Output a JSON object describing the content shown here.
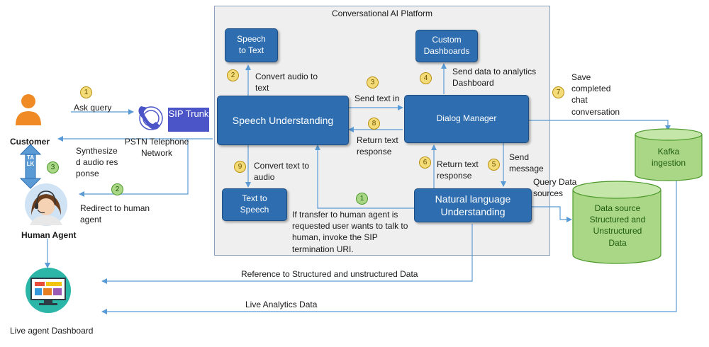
{
  "platform_title": "Conversational AI Platform",
  "boxes": {
    "speech_to_text": "Speech to Text",
    "custom_dashboards": "Custom Dashboards",
    "speech_understanding": "Speech Understanding",
    "dialog_manager": "Dialog Manager",
    "text_to_speech": "Text to Speech",
    "nlu": "Natural language Understanding"
  },
  "sip_trunk": "SIP Trunk",
  "pstn": "PSTN Telephone Network",
  "actors": {
    "customer": "Customer",
    "human_agent": "Human Agent",
    "live_agent_dashboard": "Live agent Dashboard",
    "talk": "TALK"
  },
  "stores": {
    "kafka": "Kafka ingestion",
    "data_source": "Data source Structured and Unstructured Data"
  },
  "labels": {
    "ask_query": "Ask query",
    "synthesized": "Synthesized audio response",
    "redirect": "Redirect to human agent",
    "convert_audio": "Convert audio to text",
    "send_text_in": "Send text in",
    "send_data": "Send data to analytics Dashboard",
    "save_chat": "Save completed chat conversation",
    "return_text_8": "Return text response",
    "convert_text": "Convert text to audio",
    "return_text_6": "Return text response",
    "send_message": "Send message",
    "query_data": "Query Data sources",
    "transfer": "If transfer to human agent is requested user wants to talk to human, invoke the SIP termination URI.",
    "reference": "Reference to Structured and unstructured Data",
    "live_analytics": "Live Analytics Data"
  },
  "badges": {
    "b1_ask": "1",
    "b2_convert": "2",
    "b3_send": "3",
    "b4_send_data": "4",
    "b5_send_msg": "5",
    "b6_return": "6",
    "b7_save": "7",
    "b8_return": "8",
    "b9_convert": "9",
    "g1_transfer": "1",
    "g2_redirect": "2",
    "g3_talk": "3"
  },
  "colors": {
    "box_blue": "#2e6eb0",
    "arrow_blue": "#5b9bd5",
    "sip_purple": "#4b55c8",
    "cylinder_green": "#a9d785",
    "badge_yellow": "#f3dc77",
    "badge_green": "#a9d785",
    "customer_orange": "#f08a24"
  }
}
